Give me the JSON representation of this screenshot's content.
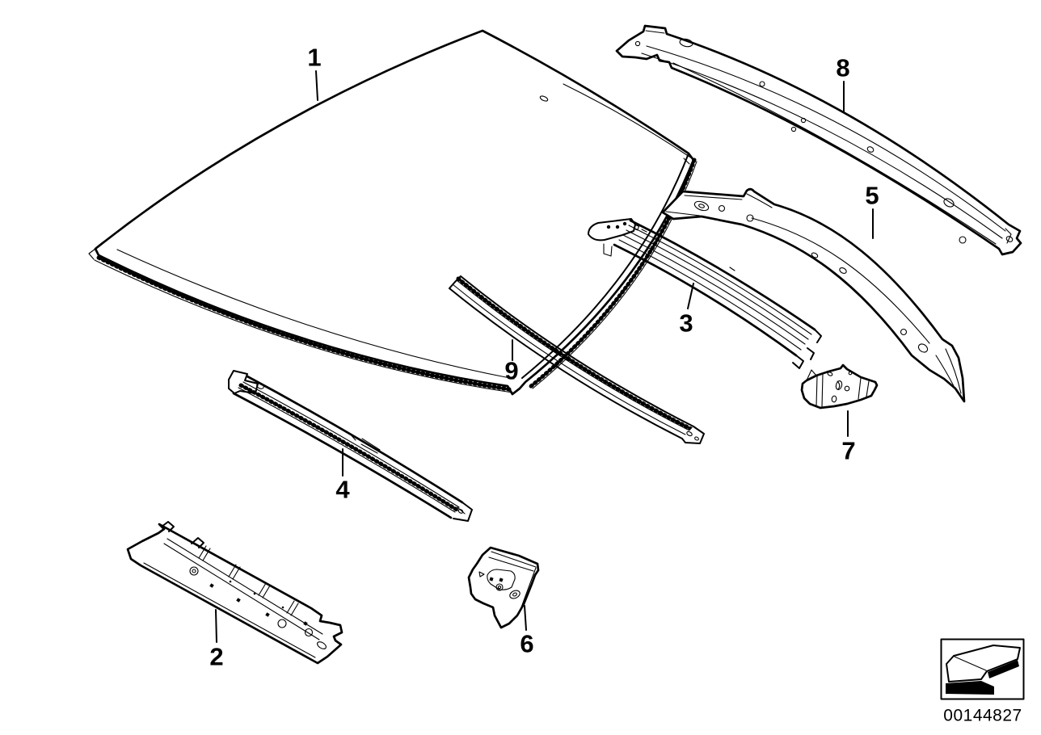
{
  "diagram": {
    "callouts": [
      {
        "label": "1"
      },
      {
        "label": "2"
      },
      {
        "label": "3"
      },
      {
        "label": "4"
      },
      {
        "label": "5"
      },
      {
        "label": "6"
      },
      {
        "label": "7"
      },
      {
        "label": "8"
      },
      {
        "label": "9"
      }
    ],
    "stamp": {
      "doc_number": "00144827",
      "arrow_icon": "direction-arrow-down-left"
    }
  },
  "colors": {
    "ink": "#000000",
    "paper": "#ffffff"
  }
}
